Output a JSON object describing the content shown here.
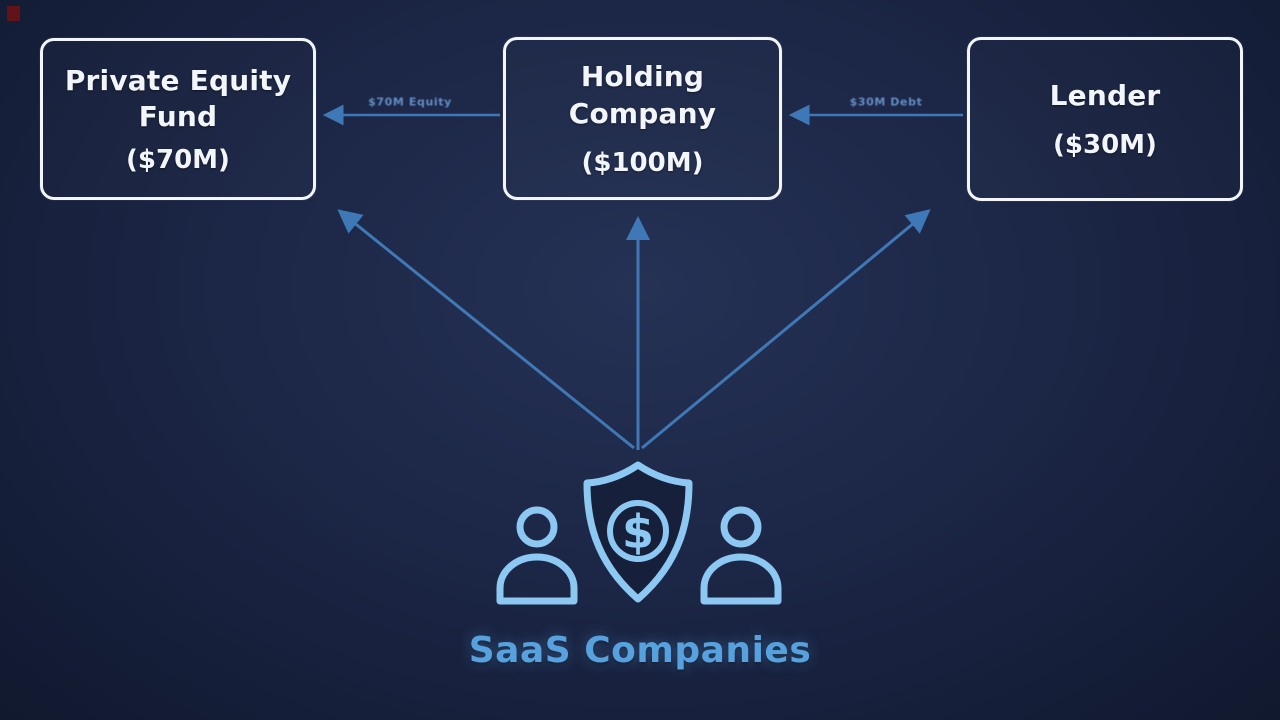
{
  "diagram": {
    "nodes": [
      {
        "id": "private-equity-fund",
        "label": "Private Equity Fund",
        "amount": "($70M)"
      },
      {
        "id": "holding-company",
        "label": "Holding Company",
        "amount": "($100M)"
      },
      {
        "id": "lender",
        "label": "Lender",
        "amount": "($30M)"
      }
    ],
    "edge_labels": [
      {
        "from": "holding-company",
        "to": "private-equity-fund",
        "text": "$70M Equity"
      },
      {
        "from": "lender",
        "to": "holding-company",
        "text": "$30M Debt"
      }
    ],
    "bottom_group": {
      "label": "SaaS Companies",
      "shield_symbol": "$",
      "icons": [
        "user-icon",
        "shield-dollar-icon",
        "user-icon"
      ]
    }
  },
  "colors": {
    "background": "#151e38",
    "box_border": "#f2f5f9",
    "box_text": "#f2f5f9",
    "arrow": "#3f78b6",
    "icon_stroke": "#8cc8f2",
    "bottom_label": "#57a2de",
    "edge_label": "#6f9fd8"
  }
}
